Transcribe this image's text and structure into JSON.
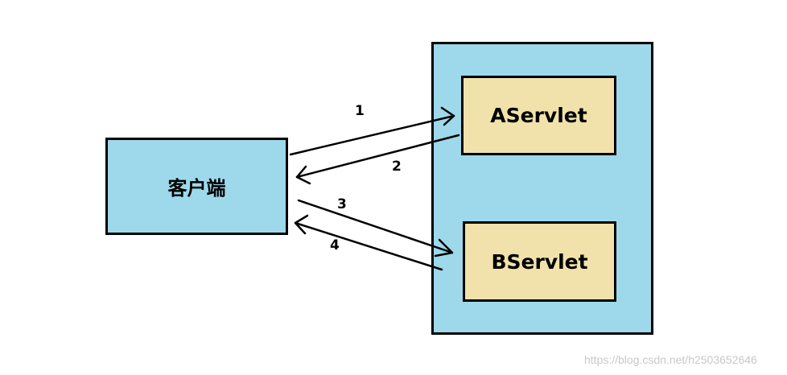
{
  "nodes": {
    "client": "客户端",
    "aservlet": "AServlet",
    "bservlet": "BServlet"
  },
  "arrows": [
    {
      "label": "1",
      "from": "client",
      "to": "aservlet"
    },
    {
      "label": "2",
      "from": "aservlet",
      "to": "client"
    },
    {
      "label": "3",
      "from": "client",
      "to": "bservlet"
    },
    {
      "label": "4",
      "from": "bservlet",
      "to": "client"
    }
  ],
  "watermark": "https://blog.csdn.net/h2503652646",
  "colors": {
    "container_fill": "#9dd9ea",
    "servlet_fill": "#f0e2aa",
    "stroke": "#000000"
  }
}
